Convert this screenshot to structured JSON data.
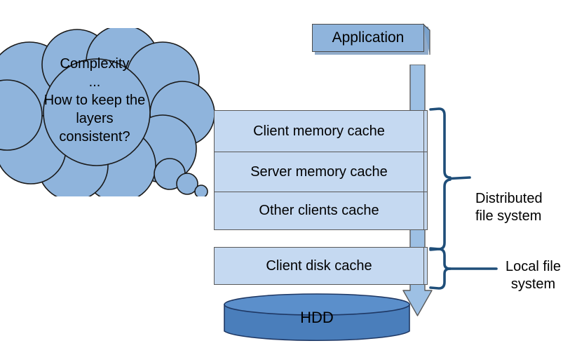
{
  "diagram": {
    "title": "Distributed file system cache layers",
    "background": "#ffffff",
    "colors": {
      "cloud_fill": "#8FB4DC",
      "cloud_stroke": "#1a1a1a",
      "application_fill": "#8FB4DC",
      "cache_fill": "#C5D9F1",
      "cache_stroke": "#595959",
      "hdd_fill": "#4A7EBB",
      "hdd_top_fill": "#5B8FCB",
      "hdd_stroke": "#1f3864",
      "arrow_fill": "#9DC0E4",
      "arrow_stroke": "#5a5a5a",
      "brace_stroke": "#1F4E79",
      "text": "#000000"
    }
  },
  "thought_bubble": {
    "text": "Complexity\n...\nHow to keep the\nlayers\nconsistent?",
    "lines": [
      "Complexity",
      "...",
      "How to keep the",
      "layers",
      "consistent?"
    ],
    "tail_bubbles": 3
  },
  "application": {
    "label": "Application"
  },
  "stack": {
    "boxes": [
      {
        "label": "Client memory cache",
        "group": "distributed"
      },
      {
        "label": "Server memory cache",
        "group": "distributed"
      },
      {
        "label": "Other clients cache",
        "group": "distributed"
      },
      {
        "label": "Client disk cache",
        "group": "local"
      }
    ]
  },
  "storage": {
    "label": "HDD"
  },
  "braces": [
    {
      "label": "Distributed\nfile system",
      "id": "distributed"
    },
    {
      "label": "Local file\nsystem",
      "id": "local"
    }
  ],
  "labels": {
    "distributed_file_system": "Distributed\nfile system",
    "local_file_system": "Local file\nsystem"
  },
  "arrow": {
    "name": "downward-flow-arrow",
    "direction": "down"
  }
}
